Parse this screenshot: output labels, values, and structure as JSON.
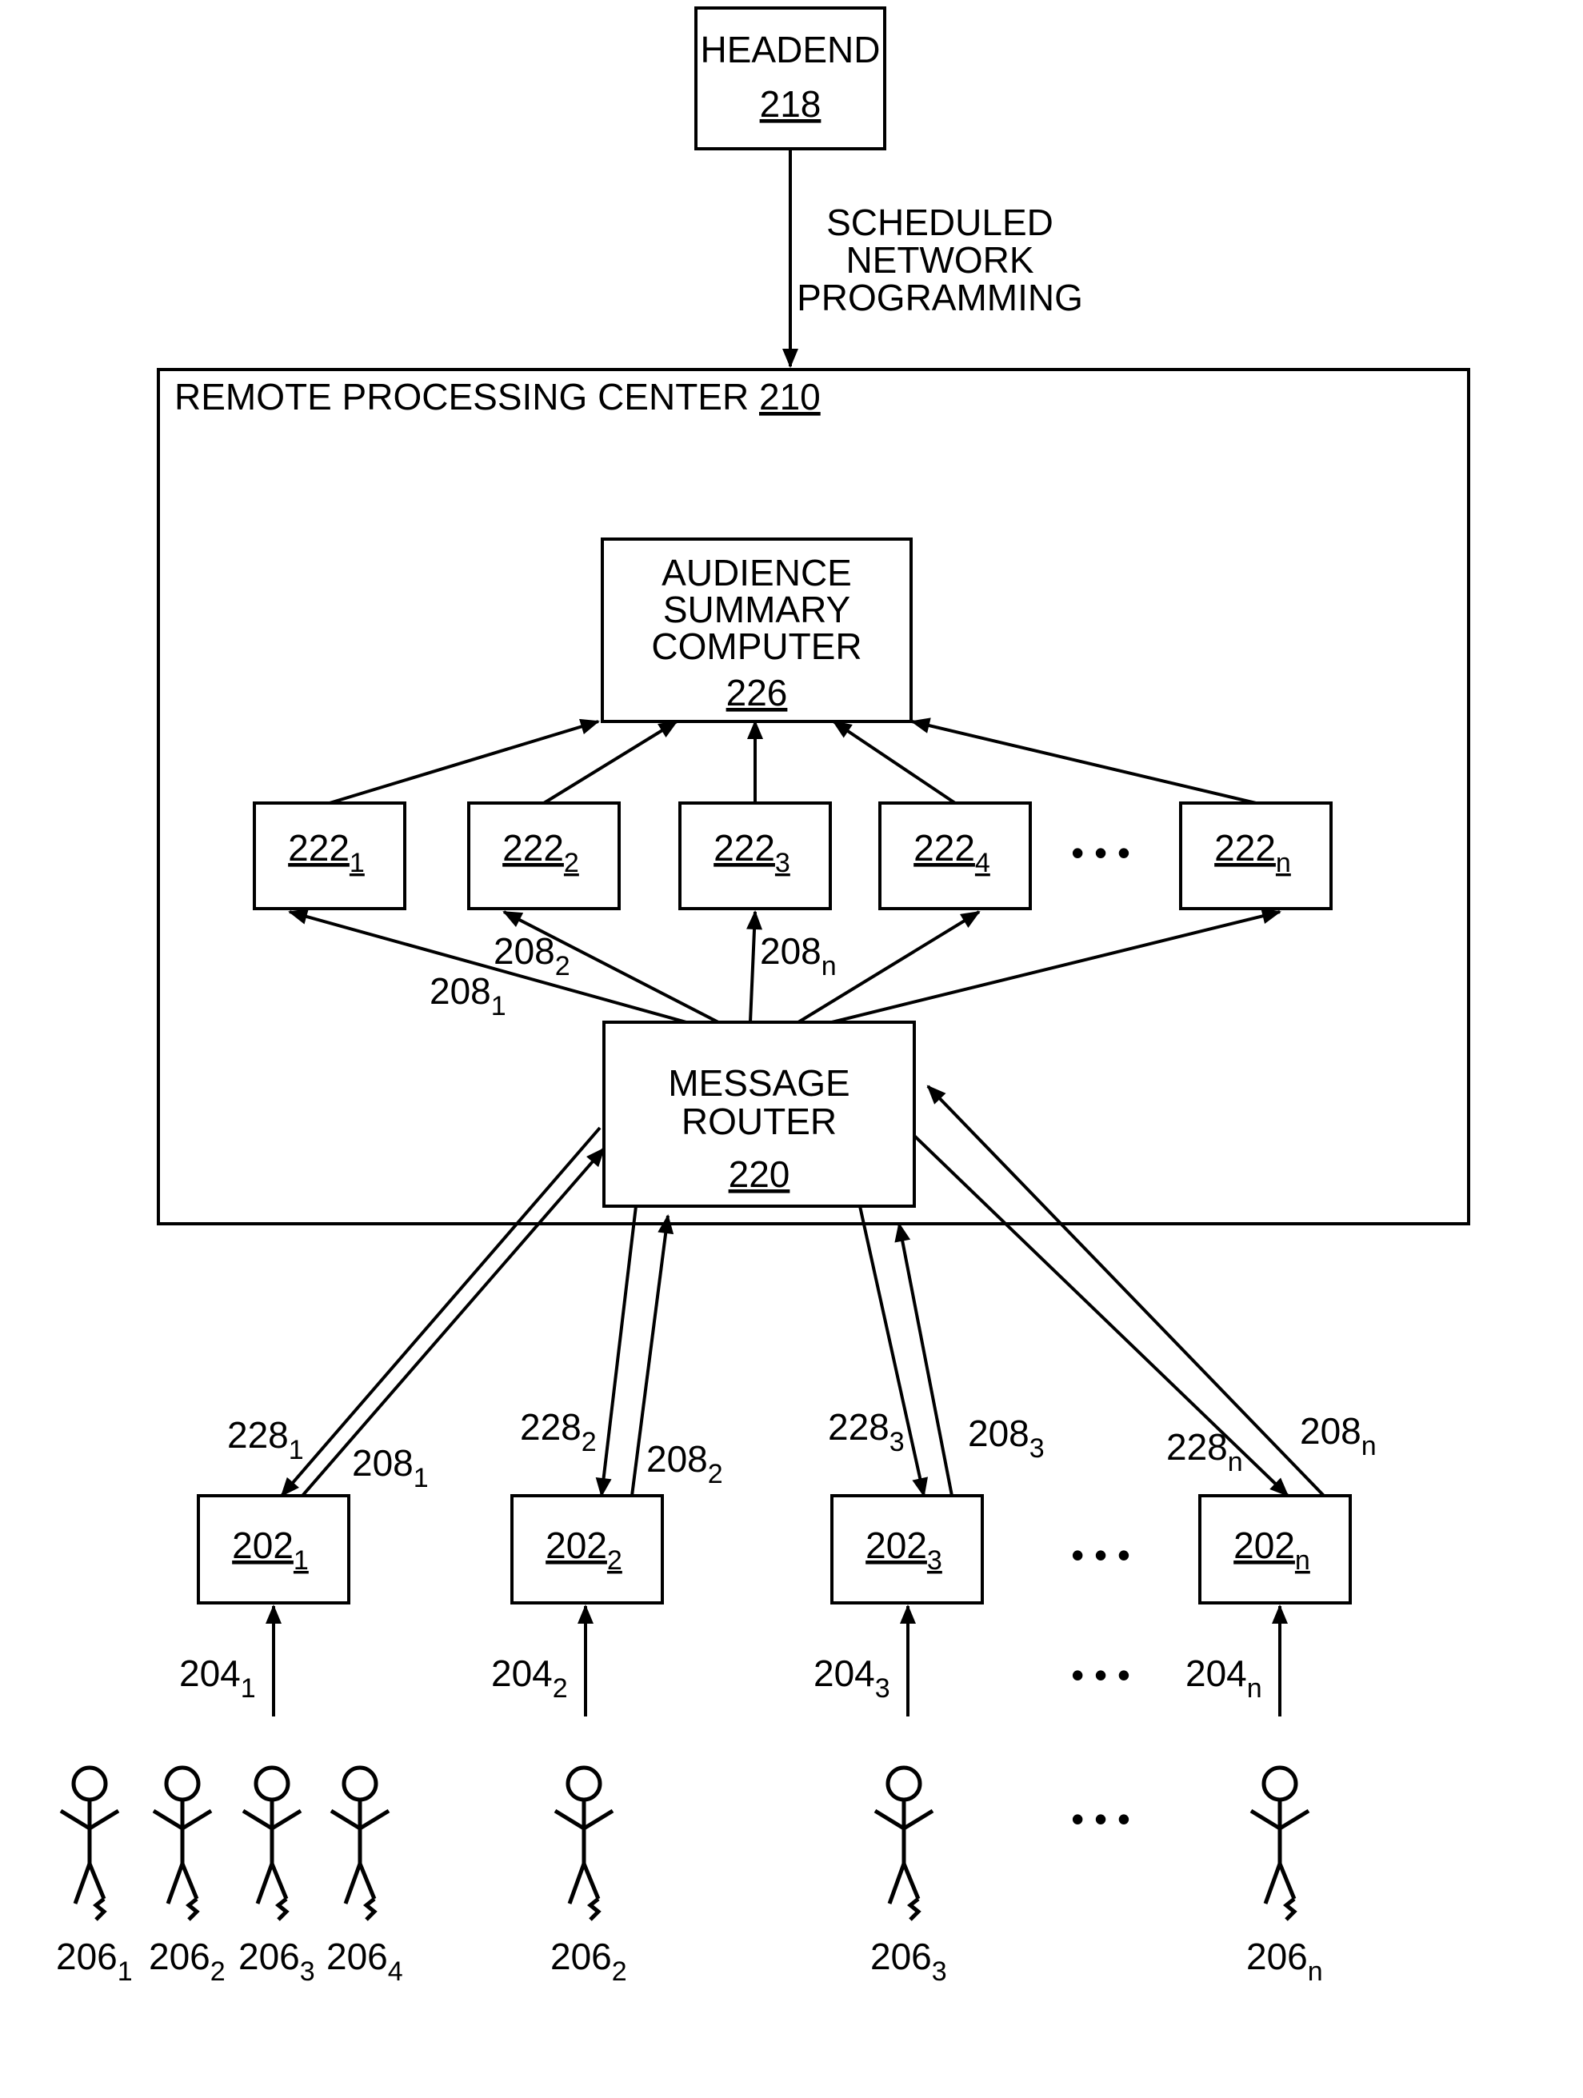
{
  "headend": {
    "line1": "HEADEND",
    "ref": "218"
  },
  "scheduled": {
    "line1": "SCHEDULED",
    "line2": "NETWORK",
    "line3": "PROGRAMMING"
  },
  "center": {
    "label": "REMOTE PROCESSING CENTER",
    "ref": "210"
  },
  "asc": {
    "line1": "AUDIENCE",
    "line2": "SUMMARY",
    "line3": "COMPUTER",
    "ref": "226"
  },
  "router": {
    "line1": "MESSAGE",
    "line2": "ROUTER",
    "ref": "220"
  },
  "processors": [
    {
      "base": "222",
      "sub": "1"
    },
    {
      "base": "222",
      "sub": "2"
    },
    {
      "base": "222",
      "sub": "3"
    },
    {
      "base": "222",
      "sub": "4"
    },
    {
      "base": "222",
      "sub": "n"
    }
  ],
  "inner_links": [
    {
      "base": "208",
      "sub": "1"
    },
    {
      "base": "208",
      "sub": "2"
    },
    {
      "base": "208",
      "sub": "n"
    }
  ],
  "devices": [
    {
      "base": "202",
      "sub": "1"
    },
    {
      "base": "202",
      "sub": "2"
    },
    {
      "base": "202",
      "sub": "3"
    },
    {
      "base": "202",
      "sub": "n"
    }
  ],
  "down_links": [
    {
      "base": "228",
      "sub": "1"
    },
    {
      "base": "228",
      "sub": "2"
    },
    {
      "base": "228",
      "sub": "3"
    },
    {
      "base": "228",
      "sub": "n"
    }
  ],
  "up_links": [
    {
      "base": "208",
      "sub": "1"
    },
    {
      "base": "208",
      "sub": "2"
    },
    {
      "base": "208",
      "sub": "3"
    },
    {
      "base": "208",
      "sub": "n"
    }
  ],
  "inputs": [
    {
      "base": "204",
      "sub": "1"
    },
    {
      "base": "204",
      "sub": "2"
    },
    {
      "base": "204",
      "sub": "3"
    },
    {
      "base": "204",
      "sub": "n"
    }
  ],
  "viewers": [
    {
      "base": "206",
      "sub": "1"
    },
    {
      "base": "206",
      "sub": "2"
    },
    {
      "base": "206",
      "sub": "3"
    },
    {
      "base": "206",
      "sub": "4"
    },
    {
      "base": "206",
      "sub": "2"
    },
    {
      "base": "206",
      "sub": "3"
    },
    {
      "base": "206",
      "sub": "n"
    }
  ],
  "ellipsis": "• • •"
}
